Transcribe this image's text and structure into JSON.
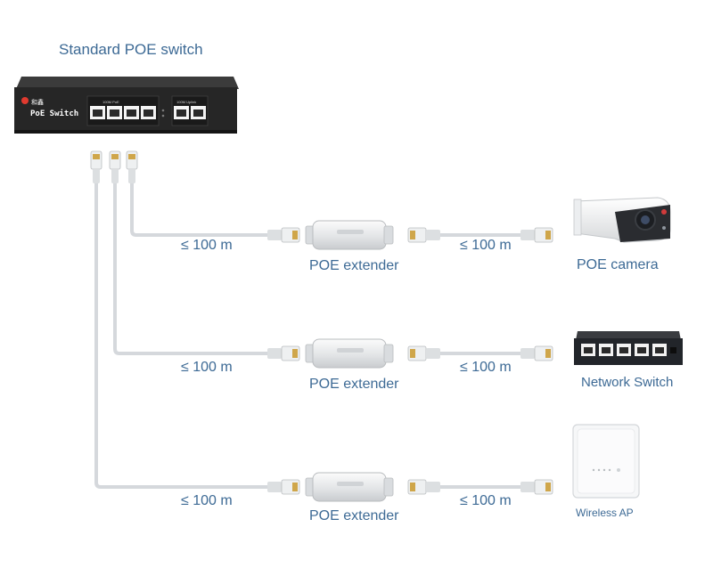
{
  "title": "Standard POE switch",
  "switch_panel": {
    "brand": "和鑫",
    "label": "PoE Switch",
    "poe_ports_label": "100M PoE",
    "uplink_label": "100M Uplink"
  },
  "rows": [
    {
      "dist_left": "≤ 100 m",
      "extender": "POE extender",
      "dist_right": "≤ 100 m",
      "device": "POE camera"
    },
    {
      "dist_left": "≤ 100 m",
      "extender": "POE extender",
      "dist_right": "≤ 100 m",
      "device": "Network Switch"
    },
    {
      "dist_left": "≤ 100 m",
      "extender": "POE extender",
      "dist_right": "≤ 100 m",
      "device": "Wireless AP"
    }
  ],
  "colors": {
    "label": "#3d6a95",
    "cable": "#d5d8dc",
    "switch_body": "#2b2b2b"
  }
}
